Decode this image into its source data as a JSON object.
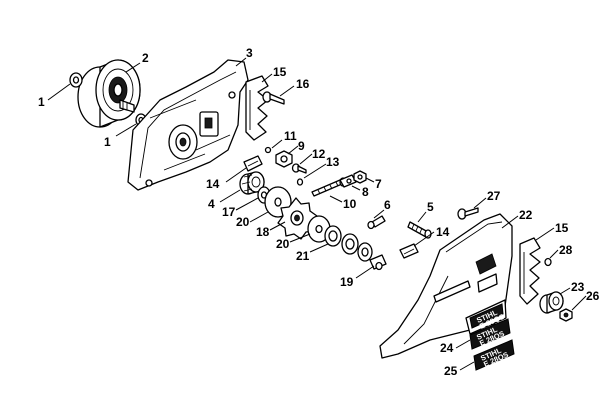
{
  "colors": {
    "ink": "#000000",
    "paper": "#ffffff",
    "plate": "#111111"
  },
  "callouts": [
    {
      "id": "c1a",
      "label": "1"
    },
    {
      "id": "c1b",
      "label": "1"
    },
    {
      "id": "c2",
      "label": "2"
    },
    {
      "id": "c3",
      "label": "3"
    },
    {
      "id": "c4",
      "label": "4"
    },
    {
      "id": "c5",
      "label": "5"
    },
    {
      "id": "c6",
      "label": "6"
    },
    {
      "id": "c7",
      "label": "7"
    },
    {
      "id": "c8",
      "label": "8"
    },
    {
      "id": "c9",
      "label": "9"
    },
    {
      "id": "c10",
      "label": "10"
    },
    {
      "id": "c11",
      "label": "11"
    },
    {
      "id": "c12",
      "label": "12"
    },
    {
      "id": "c13",
      "label": "13"
    },
    {
      "id": "c14a",
      "label": "14"
    },
    {
      "id": "c14b",
      "label": "14"
    },
    {
      "id": "c15a",
      "label": "15"
    },
    {
      "id": "c15b",
      "label": "15"
    },
    {
      "id": "c16",
      "label": "16"
    },
    {
      "id": "c17",
      "label": "17"
    },
    {
      "id": "c18",
      "label": "18"
    },
    {
      "id": "c19",
      "label": "19"
    },
    {
      "id": "c20a",
      "label": "20"
    },
    {
      "id": "c20b",
      "label": "20"
    },
    {
      "id": "c21",
      "label": "21"
    },
    {
      "id": "c22",
      "label": "22"
    },
    {
      "id": "c23",
      "label": "23"
    },
    {
      "id": "c24",
      "label": "24"
    },
    {
      "id": "c25",
      "label": "25"
    },
    {
      "id": "c26",
      "label": "26"
    },
    {
      "id": "c27",
      "label": "27"
    },
    {
      "id": "c28",
      "label": "28"
    }
  ],
  "plates": {
    "cover_top": "STIHL",
    "cover_bottom": "E 28QS",
    "plate24_top": "STIHL",
    "plate24_bottom": "E 28QS",
    "plate25_top": "STIHL",
    "plate25_bottom": "E 28QS"
  }
}
